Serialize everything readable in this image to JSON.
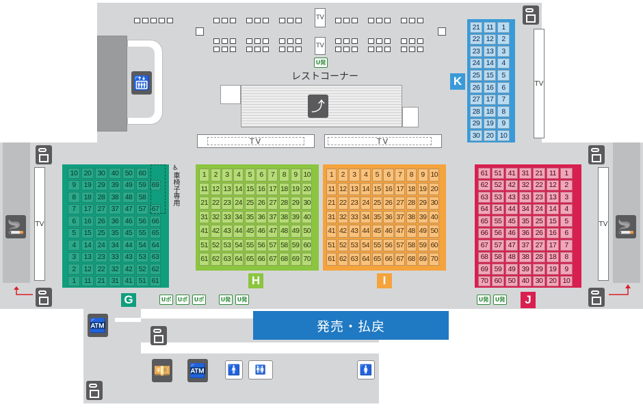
{
  "rest_corner": {
    "label": "レストコーナー"
  },
  "counter": {
    "label": "発売・払戻"
  },
  "tv": {
    "label": "TV"
  },
  "tags": {
    "upo": "Uポ",
    "uhatsu": "U発"
  },
  "wheelchair": {
    "label": "車椅子専用",
    "symbol": "♿"
  },
  "colors": {
    "G": {
      "bg": "#0f9e7e",
      "seat": "#2aa98a",
      "text": "#06382c"
    },
    "H": {
      "bg": "#8cc53f",
      "seat": "#b6db78",
      "text": "#233a0a"
    },
    "I": {
      "bg": "#f5a33c",
      "seat": "#f9c27d",
      "text": "#4a2a06"
    },
    "J": {
      "bg": "#d81f50",
      "seat": "#f1a7b9",
      "text": "#4c0516"
    },
    "K": {
      "bg": "#3a9ad8",
      "seat": "#b8dbf2",
      "text": "#0c2c46"
    }
  },
  "sections": {
    "G": {
      "label": "G",
      "rows": [
        [
          "10",
          "20",
          "30",
          "40",
          "50",
          "60",
          ""
        ],
        [
          "9",
          "19",
          "29",
          "39",
          "49",
          "59",
          "69"
        ],
        [
          "8",
          "18",
          "28",
          "38",
          "48",
          "58",
          ""
        ],
        [
          "7",
          "17",
          "27",
          "37",
          "47",
          "57",
          "67"
        ],
        [
          "6",
          "16",
          "26",
          "36",
          "46",
          "56",
          "66"
        ],
        [
          "5",
          "15",
          "25",
          "35",
          "45",
          "55",
          "65"
        ],
        [
          "4",
          "14",
          "24",
          "34",
          "44",
          "54",
          "64"
        ],
        [
          "3",
          "13",
          "23",
          "33",
          "43",
          "53",
          "63"
        ],
        [
          "2",
          "12",
          "22",
          "32",
          "42",
          "52",
          "62"
        ],
        [
          "1",
          "11",
          "21",
          "31",
          "41",
          "51",
          "61"
        ]
      ]
    },
    "H": {
      "label": "H",
      "rows": [
        [
          "1",
          "2",
          "3",
          "4",
          "5",
          "6",
          "7",
          "8",
          "9",
          "10"
        ],
        [
          "11",
          "12",
          "13",
          "14",
          "15",
          "16",
          "17",
          "18",
          "19",
          "20"
        ],
        [
          "21",
          "22",
          "23",
          "24",
          "25",
          "26",
          "27",
          "28",
          "29",
          "30"
        ],
        [
          "31",
          "32",
          "33",
          "34",
          "35",
          "36",
          "37",
          "38",
          "39",
          "40"
        ],
        [
          "41",
          "42",
          "43",
          "44",
          "45",
          "46",
          "47",
          "48",
          "49",
          "50"
        ],
        [
          "51",
          "52",
          "53",
          "54",
          "55",
          "56",
          "57",
          "58",
          "59",
          "60"
        ],
        [
          "61",
          "62",
          "63",
          "64",
          "65",
          "66",
          "67",
          "68",
          "69",
          "70"
        ]
      ]
    },
    "I": {
      "label": "I",
      "rows": [
        [
          "1",
          "2",
          "3",
          "4",
          "5",
          "6",
          "7",
          "8",
          "9",
          "10"
        ],
        [
          "11",
          "12",
          "13",
          "14",
          "15",
          "16",
          "17",
          "18",
          "19",
          "20"
        ],
        [
          "21",
          "22",
          "23",
          "24",
          "25",
          "26",
          "27",
          "28",
          "29",
          "30"
        ],
        [
          "31",
          "32",
          "33",
          "34",
          "35",
          "36",
          "37",
          "38",
          "39",
          "40"
        ],
        [
          "41",
          "42",
          "43",
          "44",
          "45",
          "46",
          "47",
          "48",
          "49",
          "50"
        ],
        [
          "51",
          "52",
          "53",
          "54",
          "55",
          "56",
          "57",
          "58",
          "59",
          "60"
        ],
        [
          "61",
          "62",
          "63",
          "64",
          "65",
          "66",
          "67",
          "68",
          "69",
          "70"
        ]
      ]
    },
    "J": {
      "label": "J",
      "rows": [
        [
          "61",
          "51",
          "41",
          "31",
          "21",
          "11",
          "1"
        ],
        [
          "62",
          "52",
          "42",
          "32",
          "22",
          "12",
          "2"
        ],
        [
          "63",
          "53",
          "43",
          "33",
          "23",
          "13",
          "3"
        ],
        [
          "64",
          "54",
          "44",
          "34",
          "24",
          "14",
          "4"
        ],
        [
          "65",
          "55",
          "45",
          "35",
          "25",
          "15",
          "5"
        ],
        [
          "66",
          "56",
          "46",
          "36",
          "26",
          "16",
          "6"
        ],
        [
          "67",
          "57",
          "47",
          "37",
          "27",
          "17",
          "7"
        ],
        [
          "68",
          "58",
          "48",
          "38",
          "28",
          "18",
          "8"
        ],
        [
          "69",
          "59",
          "49",
          "39",
          "29",
          "19",
          "9"
        ],
        [
          "70",
          "60",
          "50",
          "40",
          "30",
          "20",
          "10"
        ]
      ]
    },
    "K": {
      "label": "K",
      "rows": [
        [
          "21",
          "11",
          "1"
        ],
        [
          "22",
          "12",
          "2"
        ],
        [
          "23",
          "13",
          "3"
        ],
        [
          "24",
          "14",
          "4"
        ],
        [
          "25",
          "15",
          "5"
        ],
        [
          "26",
          "16",
          "6"
        ],
        [
          "27",
          "17",
          "7"
        ],
        [
          "28",
          "18",
          "8"
        ],
        [
          "29",
          "19",
          "9"
        ],
        [
          "30",
          "20",
          "10"
        ]
      ]
    }
  }
}
